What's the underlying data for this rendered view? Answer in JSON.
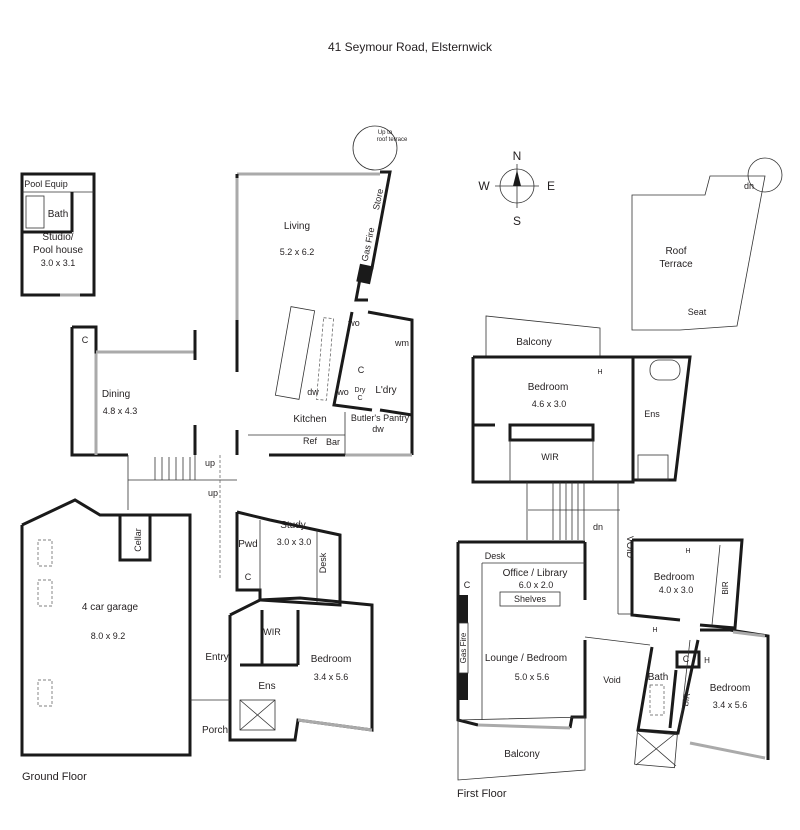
{
  "title": "41 Seymour Road, Elsternwick",
  "compass": {
    "n": "N",
    "s": "S",
    "e": "E",
    "w": "W"
  },
  "ground_floor": {
    "label": "Ground Floor",
    "pool_equip": "Pool Equip",
    "studio_bath": "Bath",
    "studio_l1": "Studio/",
    "studio_l2": "Pool house",
    "studio_dim": "3.0 x 3.1",
    "spiral_l1": "Up to",
    "spiral_l2": "roof terrace",
    "living": "Living",
    "living_dim": "5.2 x 6.2",
    "store": "Store",
    "gas_fire": "Gas Fire",
    "wo1": "wo",
    "wo2": "wo",
    "wm": "wm",
    "c_dining": "C",
    "c_kitchen": "C",
    "dining": "Dining",
    "dining_dim": "4.8 x 4.3",
    "laundry": "L'dry",
    "dw_kitchen": "dw",
    "dry": "Dry",
    "dry_c": "C",
    "kitchen": "Kitchen",
    "butlers": "Butler's Pantry",
    "dw_butlers": "dw",
    "ref": "Ref",
    "bar": "Bar",
    "up1": "up",
    "up2": "up",
    "cellar": "Cellar",
    "pwd": "Pwd",
    "study": "Study",
    "study_dim": "3.0 x 3.0",
    "desk": "Desk",
    "c_study": "C",
    "garage": "4 car garage",
    "garage_dim": "8.0 x 9.2",
    "wir": "WIR",
    "entry": "Entry",
    "bedroom": "Bedroom",
    "bedroom_dim": "3.4 x 5.6",
    "ens": "Ens",
    "porch": "Porch"
  },
  "first_floor": {
    "label": "First Floor",
    "dn_roof": "dn",
    "roof_l1": "Roof",
    "roof_l2": "Terrace",
    "seat": "Seat",
    "balcony_top": "Balcony",
    "h1": "H",
    "bedroom1": "Bedroom",
    "bedroom1_dim": "4.6 x 3.0",
    "ens": "Ens",
    "wir": "WIR",
    "dn_stairs": "dn",
    "void_v": "VOID",
    "desk": "Desk",
    "office": "Office / Library",
    "office_dim": "6.0 x 2.0",
    "shelves": "Shelves",
    "c_office": "C",
    "bedroom2": "Bedroom",
    "bedroom2_dim": "4.0 x 3.0",
    "bir1": "BIR",
    "h2": "H",
    "h3": "H",
    "gas_fire": "Gas Fire",
    "lounge": "Lounge / Bedroom",
    "lounge_dim": "5.0 x 5.6",
    "void": "Void",
    "bath": "Bath",
    "c_bath": "C",
    "h4": "H",
    "bir2": "BIR",
    "bedroom3": "Bedroom",
    "bedroom3_dim": "3.4 x 5.6",
    "balcony_bottom": "Balcony"
  }
}
